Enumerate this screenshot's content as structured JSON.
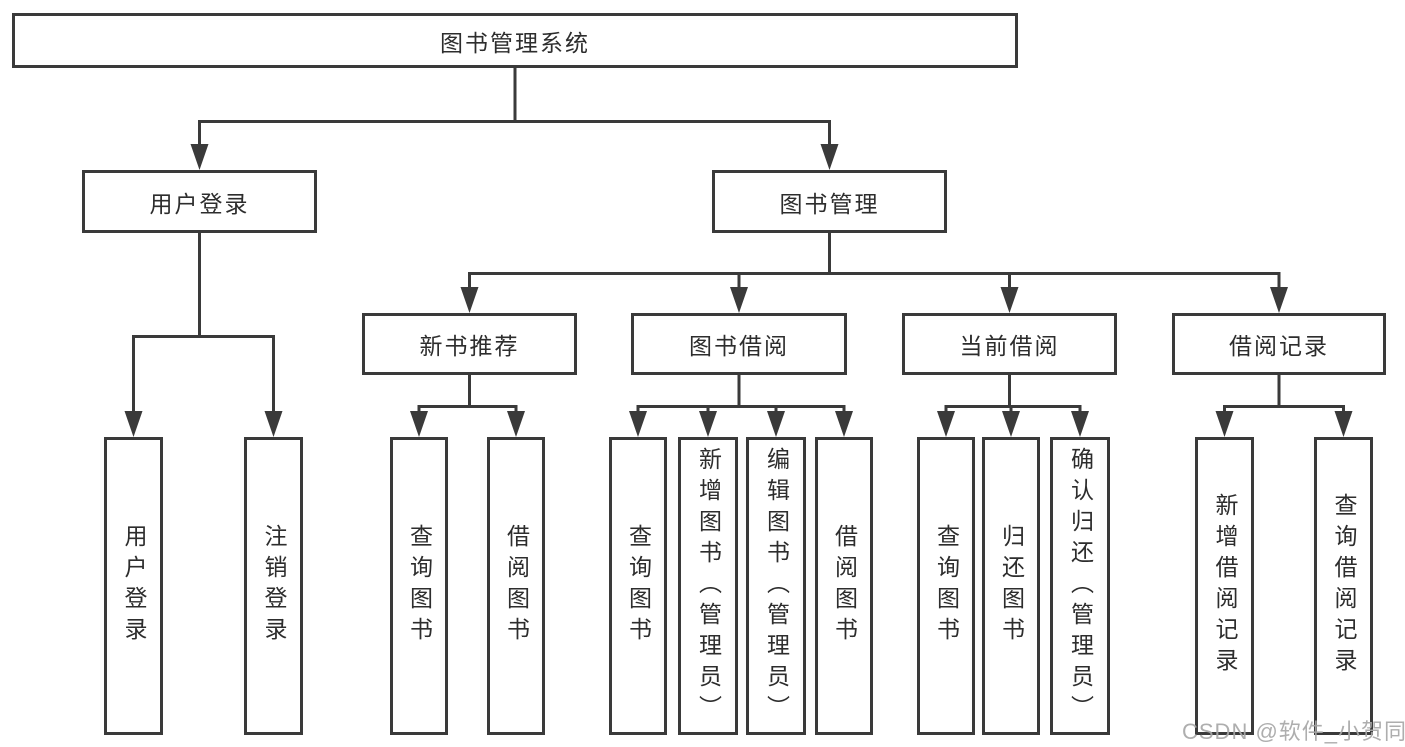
{
  "diagram": {
    "title": "图书管理系统",
    "level2": [
      {
        "label": "用户登录",
        "children": [
          {
            "label": "用户登录"
          },
          {
            "label": "注销登录"
          }
        ]
      },
      {
        "label": "图书管理",
        "sections": [
          {
            "label": "新书推荐",
            "children": [
              {
                "label": "查询图书"
              },
              {
                "label": "借阅图书"
              }
            ]
          },
          {
            "label": "图书借阅",
            "children": [
              {
                "label": "查询图书"
              },
              {
                "label": "新增图书（管理员）"
              },
              {
                "label": "编辑图书（管理员）"
              },
              {
                "label": "借阅图书"
              }
            ]
          },
          {
            "label": "当前借阅",
            "children": [
              {
                "label": "查询图书"
              },
              {
                "label": "归还图书"
              },
              {
                "label": "确认归还（管理员）"
              }
            ]
          },
          {
            "label": "借阅记录",
            "children": [
              {
                "label": "新增借阅记录"
              },
              {
                "label": "查询借阅记录"
              }
            ]
          }
        ]
      }
    ]
  },
  "watermark": {
    "text": "CSDN @软件_小贺同学"
  },
  "colors": {
    "line": "#3a3a3a",
    "text": "#2d2d2d",
    "watermark": "#a8a8a8",
    "background": "#ffffff"
  }
}
